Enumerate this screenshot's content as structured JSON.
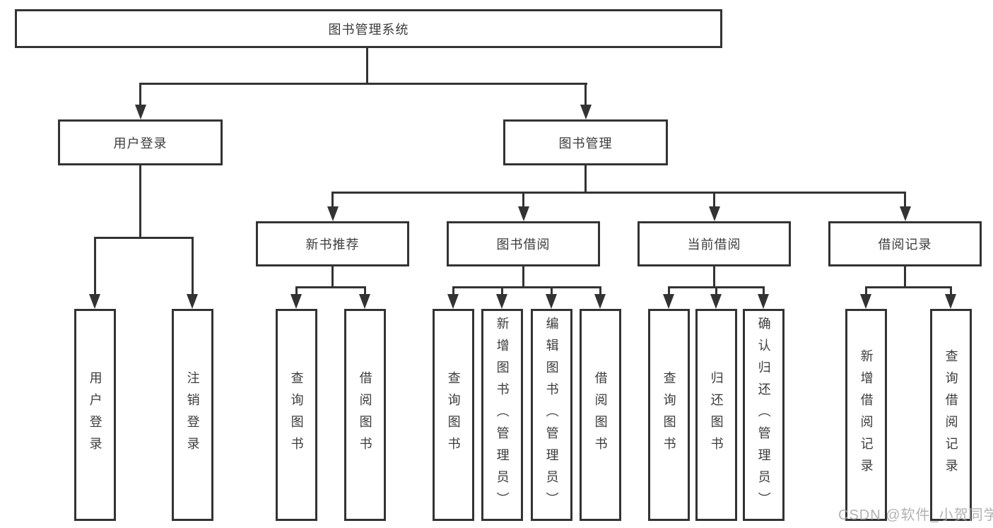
{
  "diagram": {
    "root": {
      "label": "图书管理系统"
    },
    "level1": [
      {
        "label": "用户登录",
        "children": [
          "用户登录",
          "注销登录"
        ]
      },
      {
        "label": "图书管理",
        "groups": [
          {
            "label": "新书推荐",
            "children": [
              "查询图书",
              "借阅图书"
            ]
          },
          {
            "label": "图书借阅",
            "children": [
              "查询图书",
              "新增图书（管理员）",
              "编辑图书（管理员）",
              "借阅图书"
            ]
          },
          {
            "label": "当前借阅",
            "children": [
              "查询图书",
              "归还图书",
              "确认归还（管理员）"
            ]
          },
          {
            "label": "借阅记录",
            "children": [
              "新增借阅记录",
              "查询借阅记录"
            ]
          }
        ]
      }
    ]
  },
  "watermark": {
    "text": "CSDN @软件_小贺同学"
  },
  "colors": {
    "line": "#333333",
    "text": "#3c3c3c",
    "background": "#ffffff",
    "watermark": "#a4a4a4"
  }
}
